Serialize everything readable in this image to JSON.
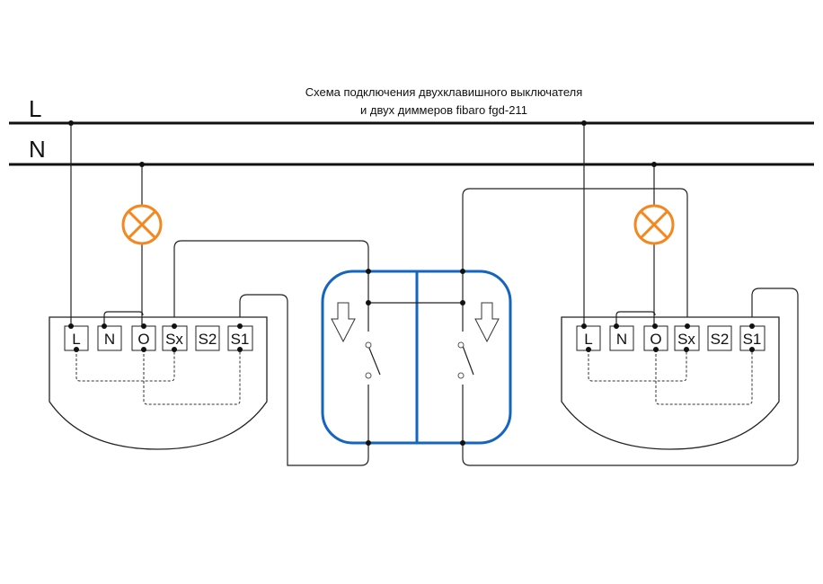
{
  "title": {
    "line1": "Схема подключения двухклавишного выключателя",
    "line2": "и двух диммеров fibaro fgd-211"
  },
  "bus": {
    "phase_label": "L",
    "neutral_label": "N"
  },
  "dimmers": [
    {
      "terminals": [
        "L",
        "N",
        "O",
        "Sx",
        "S2",
        "S1"
      ]
    },
    {
      "terminals": [
        "L",
        "N",
        "O",
        "Sx",
        "S2",
        "S1"
      ]
    }
  ],
  "colors": {
    "lamp": "#f5871f",
    "switch_frame": "#1565c0",
    "wire": "#222222"
  },
  "icons": {
    "lamp": "lamp-icon",
    "switch": "two-key-switch-icon",
    "arrow": "arrow-down-icon"
  }
}
